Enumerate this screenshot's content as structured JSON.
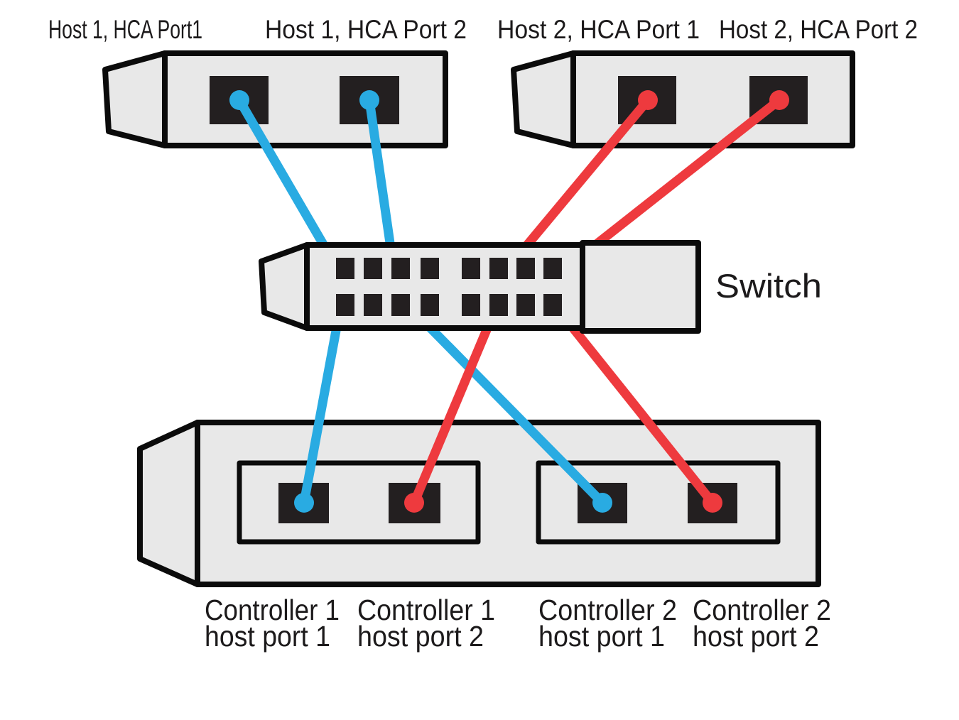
{
  "diagram": {
    "type": "storage-network-cabling-diagram",
    "colors": {
      "cable_blue": "#29ABE2",
      "cable_red": "#EE3A3E",
      "chassis_fill": "#E8E8E8",
      "port_fill": "#231F20",
      "outline": "#000000"
    },
    "host_labels": {
      "host1_port1": "Host 1, HCA Port1",
      "host1_port2": "Host 1, HCA Port 2",
      "host2_port1": "Host 2, HCA Port 1",
      "host2_port2": "Host 2, HCA Port 2"
    },
    "switch": {
      "label": "Switch",
      "port_rows": 2,
      "ports_per_row": 8
    },
    "controller_labels": [
      {
        "line1": "Controller 1",
        "line2": "host port 1"
      },
      {
        "line1": "Controller 1",
        "line2": "host port 2"
      },
      {
        "line1": "Controller 2",
        "line2": "host port 1"
      },
      {
        "line1": "Controller 2",
        "line2": "host port 2"
      }
    ],
    "connections": [
      {
        "from": "Host 1, HCA Port1",
        "to": "Switch",
        "color": "blue"
      },
      {
        "from": "Host 1, HCA Port 2",
        "to": "Switch",
        "color": "blue"
      },
      {
        "from": "Host 2, HCA Port 1",
        "to": "Switch",
        "color": "red"
      },
      {
        "from": "Host 2, HCA Port 2",
        "to": "Switch",
        "color": "red"
      },
      {
        "from": "Switch",
        "to": "Controller 1 host port 1",
        "color": "blue"
      },
      {
        "from": "Switch",
        "to": "Controller 2 host port 1",
        "color": "blue"
      },
      {
        "from": "Switch",
        "to": "Controller 1 host port 2",
        "color": "red"
      },
      {
        "from": "Switch",
        "to": "Controller 2 host port 2",
        "color": "red"
      }
    ]
  }
}
